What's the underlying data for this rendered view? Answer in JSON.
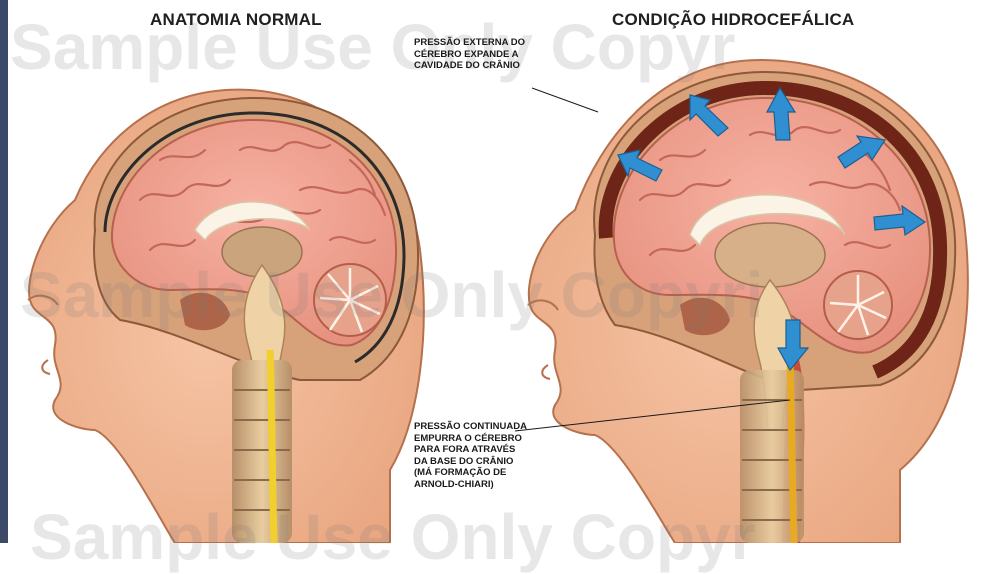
{
  "titles": {
    "normal": "ANATOMIA NORMAL",
    "hydro": "CONDIÇÃO HIDROCEFÁLICA"
  },
  "annotations": {
    "top": "PRESSÃO EXTERNA DO\nCÉREBRO EXPANDE A\nCAVIDADE DO CRÂNIO",
    "bottom": "PRESSÃO CONTINUADA\nEMPURRA O CÉREBRO\nPARA FORA ATRAVÉS\nDA BASE DO CRÂNIO\n(MÁ FORMAÇÃO DE\nARNOLD-CHIARI)"
  },
  "watermark": {
    "line1": "Sample Use Only   Copyr",
    "line2": "Sample Use Only   Copyri",
    "line3": "Sample Use Only   Copyr"
  },
  "colors": {
    "skin": "#f1b48f",
    "skull": "#d9a77e",
    "brain": "#f3a08f",
    "brain_fold": "#c96a5a",
    "csf": "#7a2a1c",
    "spine": "#e8c990",
    "cord": "#f0d12a",
    "arrow": "#2f8fd0",
    "frame": "#3c4a67"
  }
}
